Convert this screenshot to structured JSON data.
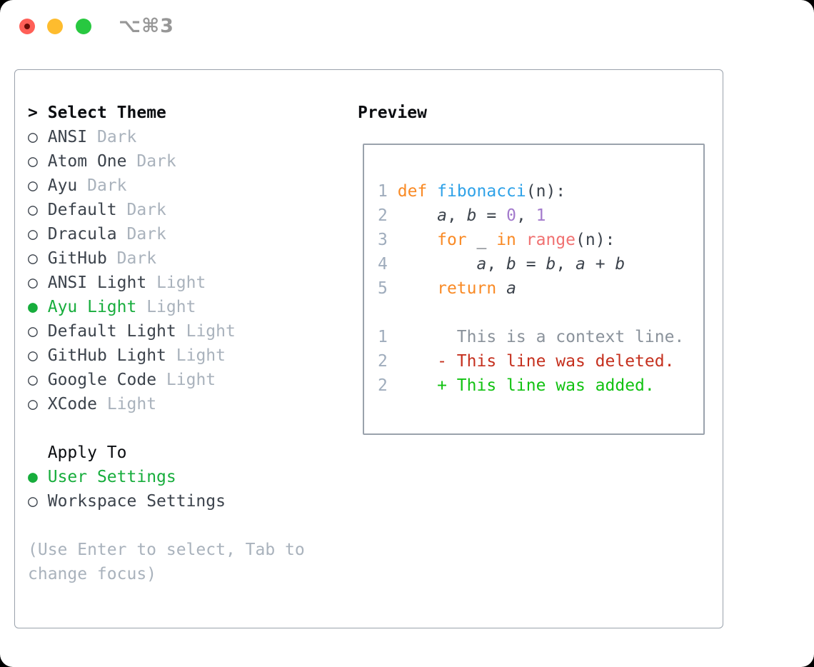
{
  "window": {
    "title": "⌥⌘3"
  },
  "titlebar": {
    "buttons": [
      {
        "name": "close",
        "color": "#FF5F57"
      },
      {
        "name": "minimize",
        "color": "#FEBC2E"
      },
      {
        "name": "zoom",
        "color": "#28C840"
      }
    ]
  },
  "markers": {
    "selected": "●",
    "unselected": "○",
    "caret": ">"
  },
  "theme_selector": {
    "header": "Select Theme",
    "items": [
      {
        "name": "ANSI",
        "variant": "Dark",
        "selected": false
      },
      {
        "name": "Atom One",
        "variant": "Dark",
        "selected": false
      },
      {
        "name": "Ayu",
        "variant": "Dark",
        "selected": false
      },
      {
        "name": "Default",
        "variant": "Dark",
        "selected": false
      },
      {
        "name": "Dracula",
        "variant": "Dark",
        "selected": false
      },
      {
        "name": "GitHub",
        "variant": "Dark",
        "selected": false
      },
      {
        "name": "ANSI Light",
        "variant": "Light",
        "selected": false
      },
      {
        "name": "Ayu Light",
        "variant": "Light",
        "selected": true
      },
      {
        "name": "Default Light",
        "variant": "Light",
        "selected": false
      },
      {
        "name": "GitHub Light",
        "variant": "Light",
        "selected": false
      },
      {
        "name": "Google Code",
        "variant": "Light",
        "selected": false
      },
      {
        "name": "XCode",
        "variant": "Light",
        "selected": false
      }
    ]
  },
  "apply_to": {
    "header": "Apply To",
    "options": [
      {
        "name": "User Settings",
        "selected": true
      },
      {
        "name": "Workspace Settings",
        "selected": false
      }
    ]
  },
  "hint": {
    "lines": [
      "(Use Enter to select, Tab to",
      "change focus)"
    ],
    "full": "(Use Enter to select, Tab to change focus)"
  },
  "preview": {
    "header": "Preview",
    "code_lines": [
      {
        "num": "1",
        "tokens": [
          [
            "pl",
            " "
          ],
          [
            "kw",
            "def"
          ],
          [
            "pl",
            " "
          ],
          [
            "fn",
            "fibonacci"
          ],
          [
            "pl",
            "(n):"
          ]
        ]
      },
      {
        "num": "2",
        "tokens": [
          [
            "pl",
            "     "
          ],
          [
            "v",
            "a"
          ],
          [
            "pl",
            ", "
          ],
          [
            "v",
            "b"
          ],
          [
            "pl",
            " = "
          ],
          [
            "cn",
            "0"
          ],
          [
            "pl",
            ", "
          ],
          [
            "cn",
            "1"
          ]
        ]
      },
      {
        "num": "3",
        "tokens": [
          [
            "pl",
            "     "
          ],
          [
            "kw",
            "for"
          ],
          [
            "pl",
            " _ "
          ],
          [
            "kw",
            "in"
          ],
          [
            "pl",
            " "
          ],
          [
            "rf",
            "range"
          ],
          [
            "pl",
            "(n):"
          ]
        ]
      },
      {
        "num": "4",
        "tokens": [
          [
            "pl",
            "         "
          ],
          [
            "v",
            "a"
          ],
          [
            "pl",
            ", "
          ],
          [
            "v",
            "b"
          ],
          [
            "pl",
            " = "
          ],
          [
            "v",
            "b"
          ],
          [
            "pl",
            ", "
          ],
          [
            "v",
            "a"
          ],
          [
            "pl",
            " + "
          ],
          [
            "v",
            "b"
          ]
        ]
      },
      {
        "num": "5",
        "tokens": [
          [
            "pl",
            "     "
          ],
          [
            "kw",
            "return"
          ],
          [
            "pl",
            " "
          ],
          [
            "v",
            "a"
          ]
        ]
      }
    ],
    "diff_lines": [
      {
        "num": "1",
        "type": "ctx",
        "text": "       This is a context line."
      },
      {
        "num": "2",
        "type": "del",
        "text": "     - This line was deleted."
      },
      {
        "num": "2",
        "type": "add",
        "text": "     + This line was added."
      }
    ]
  },
  "colors": {
    "accent_green": "#17AD3C",
    "text_dark": "#3C434C",
    "muted_gray": "#A9B2BC",
    "line_number_gray": "#9FACBC",
    "context_gray": "#8A929B",
    "border_gray": "#9AA2AC",
    "keyword_orange": "#F98A25",
    "function_blue": "#2FA2E8",
    "constant_purple": "#A37ACC",
    "builtin_coral": "#F07171",
    "diff_deleted_red": "#C5301E",
    "diff_added_green": "#12C212",
    "traffic_red": "#FF5F57",
    "traffic_yellow": "#FEBC2E",
    "traffic_green": "#28C840",
    "title_gray": "#979797"
  }
}
